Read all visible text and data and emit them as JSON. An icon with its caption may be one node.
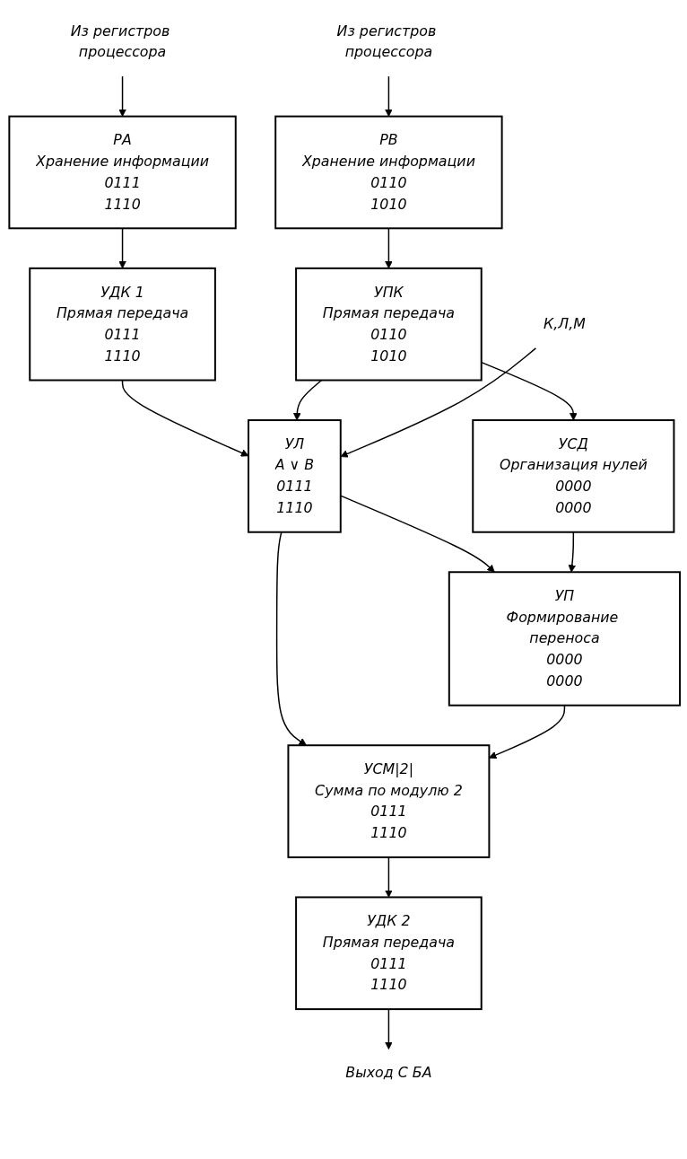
{
  "diagram": {
    "nodes": [
      {
        "text": [
          "Из регистров процессора"
        ]
      },
      {
        "text": [
          "Из регистров процессора"
        ]
      },
      {
        "text": [
          "РА",
          "Хранение информации",
          "0111",
          "1110"
        ]
      },
      {
        "text": [
          "РВ",
          "Хранение информации",
          "0110",
          "1010"
        ]
      },
      {
        "text": [
          "УДК 1",
          "Прямая передача",
          "0111",
          "1110"
        ]
      },
      {
        "text": [
          "УПК",
          "Прямая передача",
          "0110",
          "1010"
        ]
      },
      {
        "text": [
          "УЛ",
          "A ∨ B",
          "0111",
          "1110"
        ]
      },
      {
        "text": [
          "К,Л,М"
        ]
      },
      {
        "text": [
          "УСД",
          "Организация нулей",
          "0000",
          "0000"
        ]
      },
      {
        "text": [
          "УП",
          "Формирование переноса",
          "0000",
          "0000"
        ]
      },
      {
        "text": [
          "УСМ|2|",
          "Сумма по модулю 2",
          "0111",
          "1110"
        ]
      },
      {
        "text": [
          "УДК 2",
          "Прямая передача",
          "0111",
          "1110"
        ]
      },
      {
        "text": [
          "Выход С БА"
        ]
      }
    ],
    "edges": [
      {
        "from": 0,
        "to": 2,
        "arrow": "to"
      },
      {
        "from": 1,
        "to": 3,
        "arrow": "to"
      },
      {
        "from": 2,
        "to": 4,
        "arrow": "to"
      },
      {
        "from": 3,
        "to": 5,
        "arrow": "to"
      },
      {
        "from": 4,
        "to": 6,
        "arrow": "to"
      },
      {
        "from": 5,
        "to": 6,
        "arrow": "to"
      },
      {
        "from": 5,
        "to": 8,
        "arrow": "to"
      },
      {
        "from": 7,
        "to": 6,
        "arrow": "to"
      },
      {
        "from": 6,
        "to": 9,
        "arrow": "to"
      },
      {
        "from": 8,
        "to": 9,
        "arrow": "to"
      },
      {
        "from": 6,
        "to": 10,
        "arrow": "to"
      },
      {
        "from": 9,
        "to": 10,
        "arrow": "to"
      },
      {
        "from": 10,
        "to": 11,
        "arrow": "to"
      },
      {
        "from": 11,
        "to": 12,
        "arrow": "to"
      }
    ]
  }
}
